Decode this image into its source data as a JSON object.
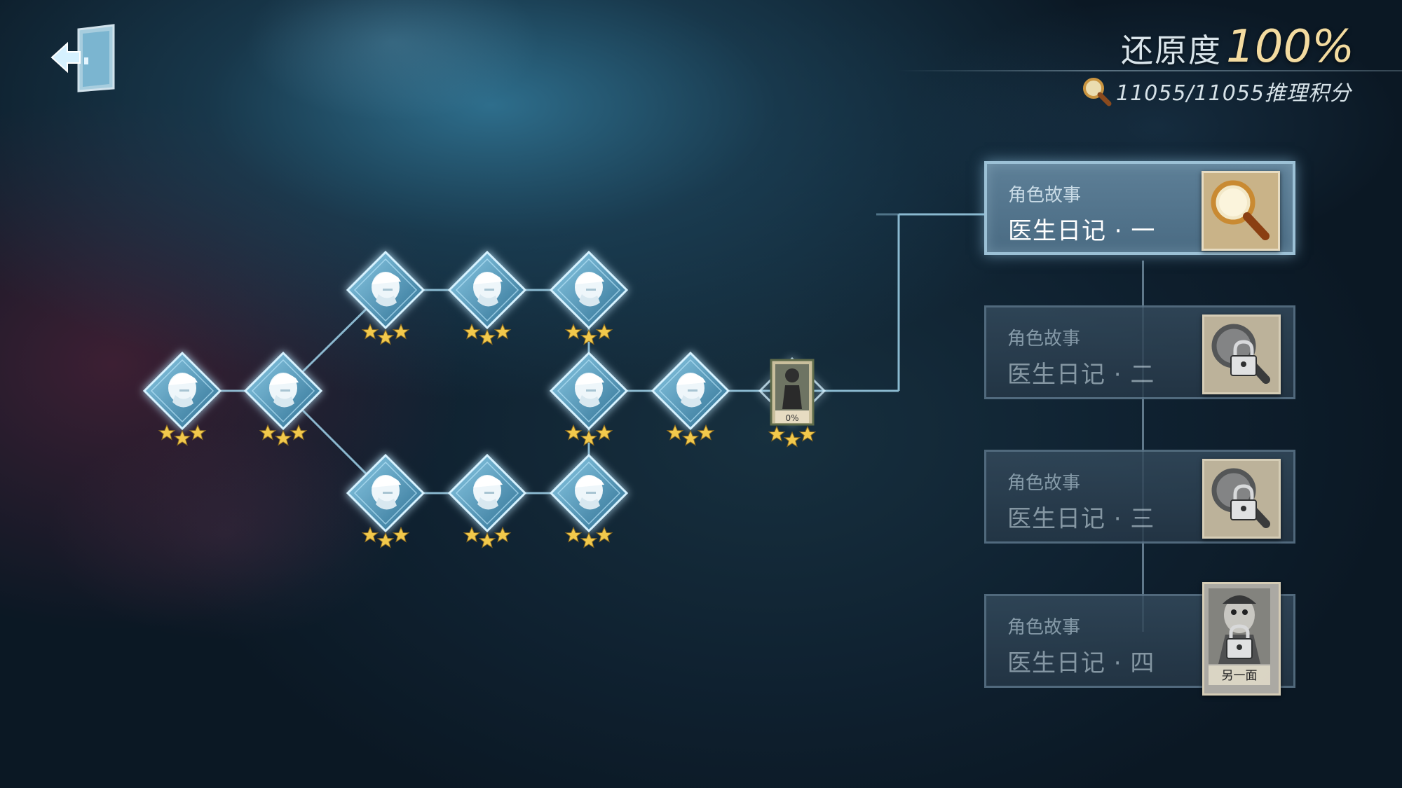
{
  "header": {
    "restore_label": "还原度",
    "restore_value": "100%",
    "score_text": "11055/11055推理积分"
  },
  "map": {
    "node_portrait_percent": "0%"
  },
  "story": {
    "cards": [
      {
        "category": "角色故事",
        "title": "医生日记 · 一",
        "state": "unlocked",
        "icon": "magnifier-icon"
      },
      {
        "category": "角色故事",
        "title": "医生日记 · 二",
        "state": "locked",
        "icon": "locked-magnifier-icon"
      },
      {
        "category": "角色故事",
        "title": "医生日记 · 三",
        "state": "locked",
        "icon": "locked-magnifier-icon"
      },
      {
        "category": "角色故事",
        "title": "医生日记 · 四",
        "state": "locked",
        "icon": "locked-portrait-icon",
        "thumb_caption": "另一面"
      }
    ]
  },
  "colors": {
    "node_fill": "#5fa6c8",
    "node_glow": "#9fe0ff",
    "star": "#f2c94c",
    "highlight_card": "#5d7f97"
  }
}
